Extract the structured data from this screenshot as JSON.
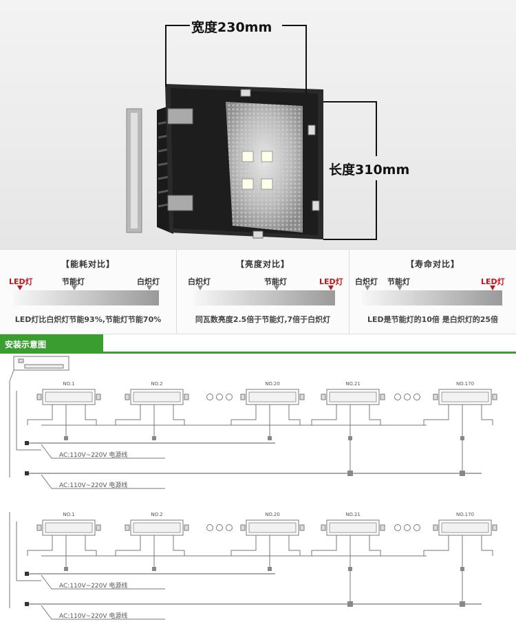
{
  "dimensions": {
    "width": "宽度230mm",
    "length": "长度310mm"
  },
  "comparison": [
    {
      "title": "【能耗对比】",
      "labels": [
        {
          "text": "LED灯",
          "red": true
        },
        {
          "text": "节能灯",
          "red": false
        },
        {
          "text": "白炽灯",
          "red": false
        }
      ],
      "note": "LED灯比白炽灯节能93%,节能灯节能70%"
    },
    {
      "title": "【亮度对比】",
      "labels": [
        {
          "text": "白炽灯",
          "red": false
        },
        {
          "text": "节能灯",
          "red": false
        },
        {
          "text": "LED灯",
          "red": true
        }
      ],
      "note": "同瓦数亮度2.5倍于节能灯,7倍于白炽灯"
    },
    {
      "title": "【寿命对比】",
      "labels": [
        {
          "text": "白炽灯",
          "red": false
        },
        {
          "text": "节能灯",
          "red": false
        },
        {
          "text": "LED灯",
          "red": true
        }
      ],
      "note": "LED是节能灯的10倍 是白炽灯的25倍"
    }
  ],
  "install": {
    "title": "安装示意图",
    "units": [
      "NO.1",
      "NO.2",
      "NO.20",
      "NO.21",
      "NO.170"
    ],
    "power_label": "AC:110V~220V  电源线"
  },
  "colors": {
    "accent_green": "#3a9d2f",
    "led_red": "#c0161c"
  },
  "icons": [
    "flood-light-icon",
    "ellipsis-dots-icon",
    "controller-box-icon"
  ]
}
